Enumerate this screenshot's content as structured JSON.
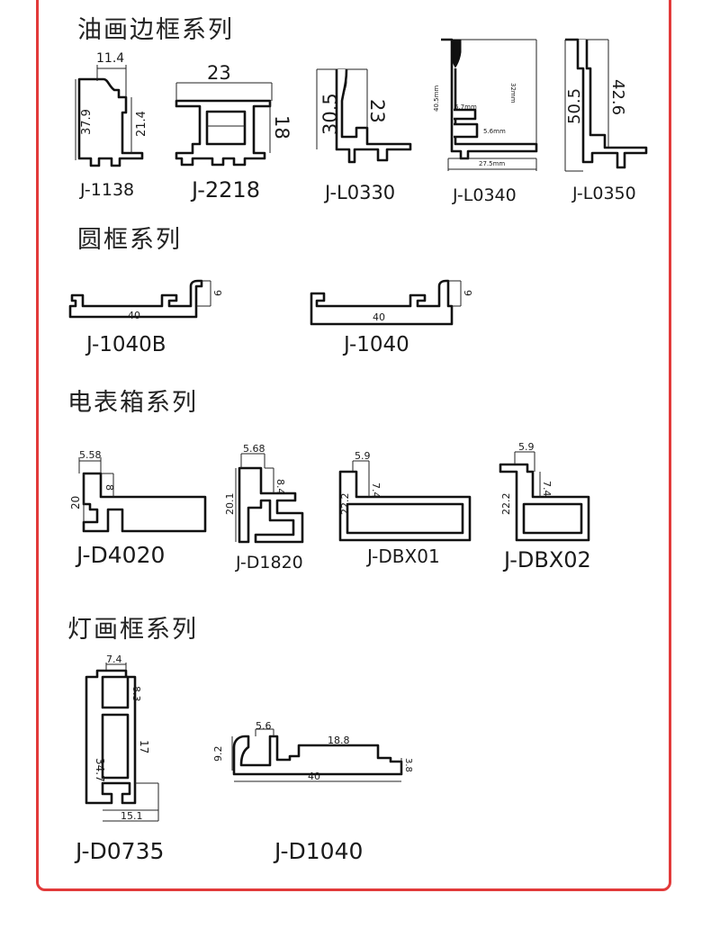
{
  "theme": {
    "border_color": "#e23a3a",
    "background": "#ffffff",
    "ink": "#111111"
  },
  "sections": {
    "oil": {
      "title": "油画边框系列",
      "items": [
        {
          "code": "J-1138",
          "dims": [
            "11.4",
            "37.9",
            "21.4"
          ]
        },
        {
          "code": "J-2218",
          "dims": [
            "23",
            "18"
          ]
        },
        {
          "code": "J-L0330",
          "dims": [
            "30.5",
            "23"
          ]
        },
        {
          "code": "J-L0340",
          "dims": [
            "40.5mm",
            "32mm",
            "6.7mm",
            "5.6mm",
            "27.5mm"
          ]
        },
        {
          "code": "J-L0350",
          "dims": [
            "50.5",
            "42.6"
          ]
        }
      ]
    },
    "round": {
      "title": "圆框系列",
      "items": [
        {
          "code": "J-1040B",
          "dims": [
            "40",
            "9"
          ]
        },
        {
          "code": "J-1040",
          "dims": [
            "40",
            "9"
          ]
        }
      ]
    },
    "meter": {
      "title": "电表箱系列",
      "items": [
        {
          "code": "J-D4020",
          "dims": [
            "5.58",
            "20",
            "8"
          ]
        },
        {
          "code": "J-D1820",
          "dims": [
            "5.68",
            "20.1",
            "8.4"
          ]
        },
        {
          "code": "J-DBX01",
          "dims": [
            "5.9",
            "22.2",
            "7.4"
          ]
        },
        {
          "code": "J-DBX02",
          "dims": [
            "5.9",
            "22.2",
            "7.4"
          ]
        }
      ]
    },
    "light": {
      "title": "灯画框系列",
      "items": [
        {
          "code": "J-D0735",
          "dims": [
            "7.4",
            "8.3",
            "34.7",
            "17",
            "15.1"
          ]
        },
        {
          "code": "J-D1040",
          "dims": [
            "5.6",
            "9.2",
            "18.8",
            "40",
            "3.8"
          ]
        }
      ]
    }
  }
}
